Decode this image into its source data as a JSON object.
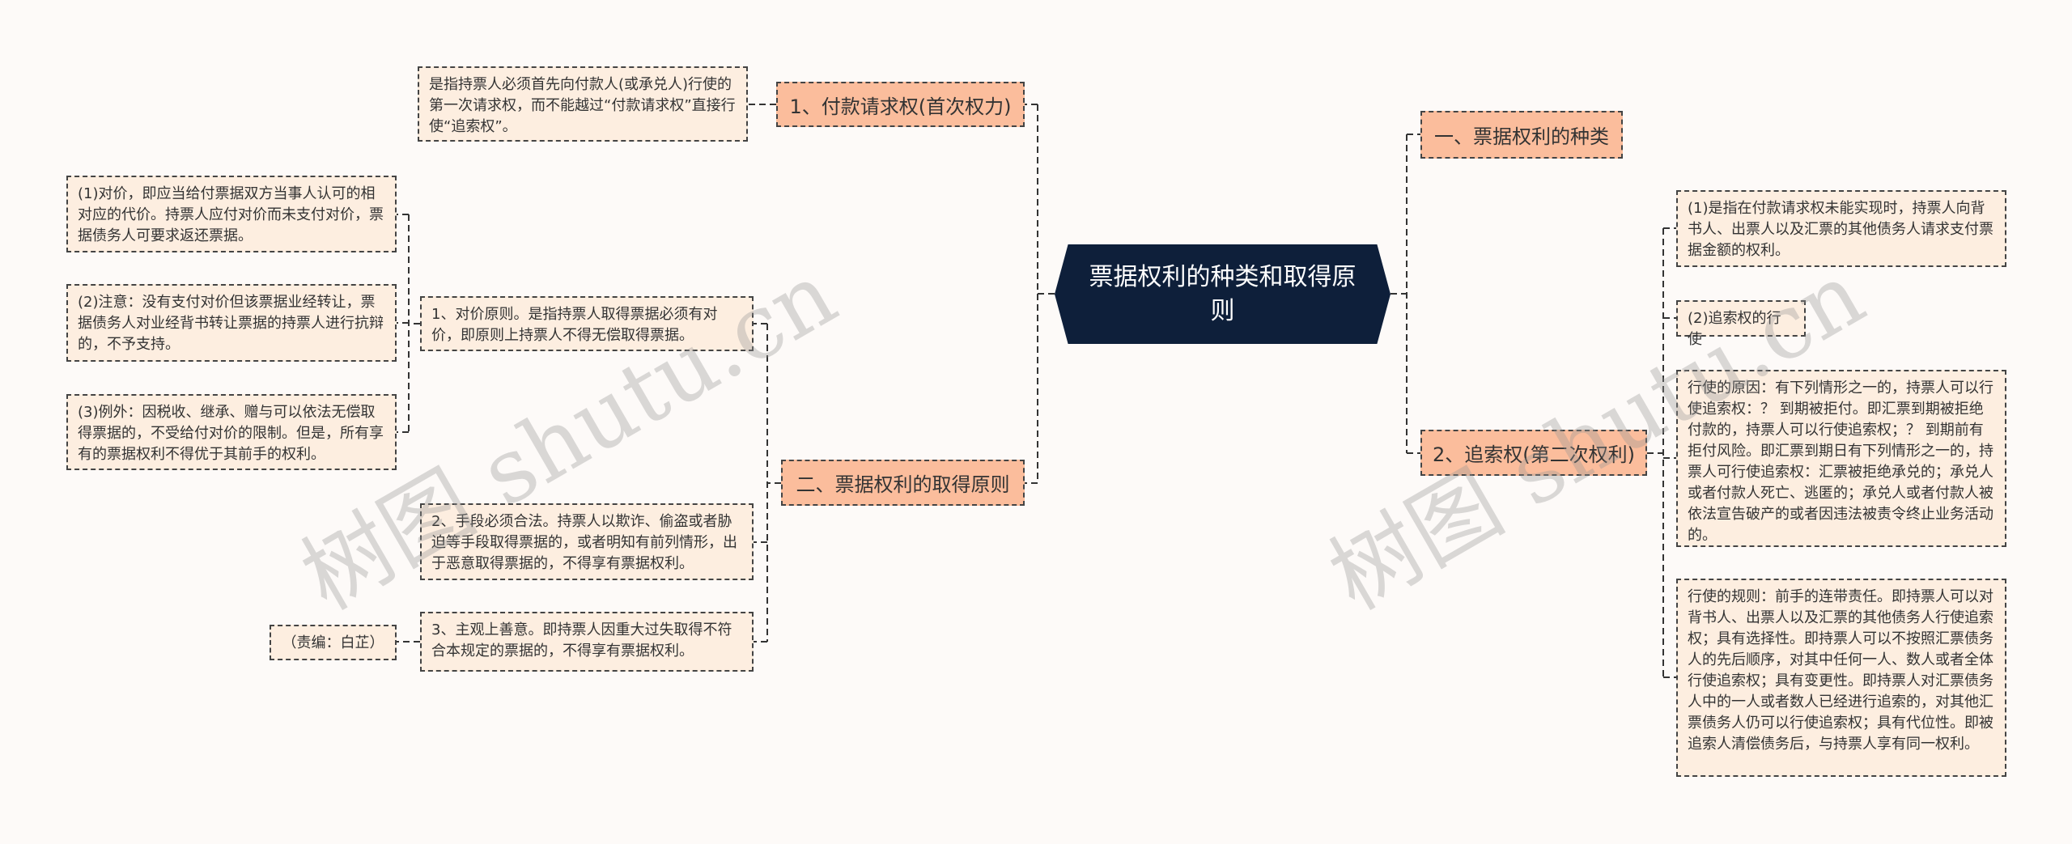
{
  "center": {
    "title": "票据权利的种类和取得原则"
  },
  "left": {
    "branch1": {
      "label": "1、付款请求权(首次权力)",
      "desc": "是指持票人必须首先向付款人(或承兑人)行使的第一次请求权，而不能越过“付款请求权”直接行使“追索权”。"
    },
    "branch2": {
      "label": "二、票据权利的取得原则",
      "children": [
        {
          "text": "1、对价原则。是指持票人取得票据必须有对价，即原则上持票人不得无偿取得票据。",
          "details": [
            "(1)对价，即应当给付票据双方当事人认可的相对应的代价。持票人应付对价而未支付对价，票据债务人可要求返还票据。",
            "(2)注意：没有支付对价但该票据业经转让，票据债务人对业经背书转让票据的持票人进行抗辩的，不予支持。",
            "(3)例外：因税收、继承、赠与可以依法无偿取得票据的，不受给付对价的限制。但是，所有享有的票据权利不得优于其前手的权利。"
          ]
        },
        {
          "text": "2、手段必须合法。持票人以欺诈、偷盗或者胁迫等手段取得票据的，或者明知有前列情形，出于恶意取得票据的，不得享有票据权利。"
        },
        {
          "text": "3、主观上善意。即持票人因重大过失取得不符合本规定的票据的，不得享有票据权利。",
          "note": "（责编：白芷）"
        }
      ]
    }
  },
  "right": {
    "branch1": {
      "label": "一、票据权利的种类"
    },
    "branch2": {
      "label": "2、追索权(第二次权利)",
      "children": [
        "(1)是指在付款请求权未能实现时，持票人向背书人、出票人以及汇票的其他债务人请求支付票据金额的权利。",
        "(2)追索权的行使",
        "行使的原因：有下列情形之一的，持票人可以行使追索权：？ 到期被拒付。即汇票到期被拒绝付款的，持票人可以行使追索权；？ 到期前有拒付风险。即汇票到期日有下列情形之一的，持票人可行使追索权：汇票被拒绝承兑的；承兑人或者付款人死亡、逃匿的；承兑人或者付款人被依法宣告破产的或者因违法被责令终止业务活动的。",
        "行使的规则：前手的连带责任。即持票人可以对背书人、出票人以及汇票的其他债务人行使追索权；具有选择性。即持票人可以不按照汇票债务人的先后顺序，对其中任何一人、数人或者全体行使追索权；具有变更性。即持票人对汇票债务人中的一人或者数人已经进行追索的，对其他汇票债务人仍可以行使追索权；具有代位性。即被追索人清偿债务后，与持票人享有同一权利。"
      ]
    }
  },
  "watermark": "树图 shutu.cn",
  "colors": {
    "center": "#0e1f3a",
    "branch": "#fbbd9c",
    "leaf": "#fdeee0",
    "background": "#fdfaf8"
  }
}
